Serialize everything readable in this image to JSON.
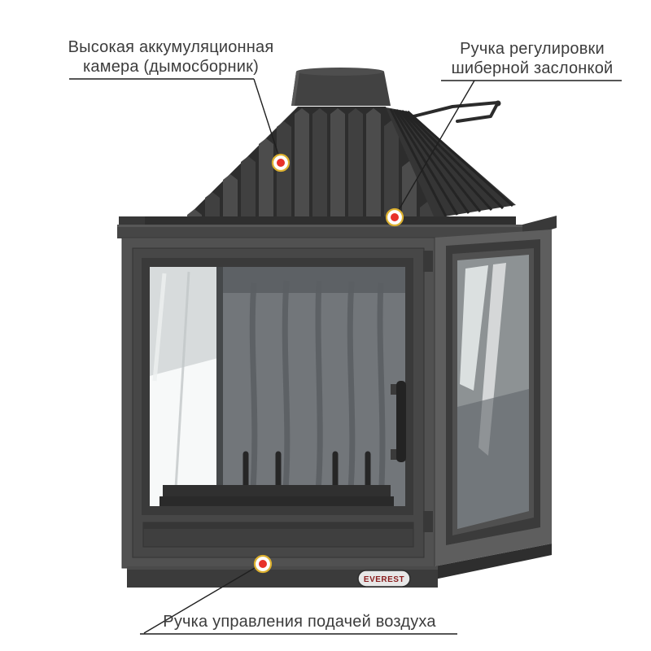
{
  "diagram": {
    "labels": {
      "chamber": {
        "line1": "Высокая аккумуляционная",
        "line2": "камера (дымосборник)"
      },
      "damper": {
        "line1": "Ручка регулировки",
        "line2": "шиберной заслонкой"
      },
      "air": {
        "text": "Ручка управления подачей воздуха"
      }
    },
    "brand": "EVEREST",
    "colors": {
      "label_text": "#3c3c3c",
      "leader_line": "#1f1f1f",
      "marker_center": "#e8312a",
      "marker_ring": "#ffffff",
      "marker_outer_ring": "#ddb12f",
      "metal_dark": "#2d2d2d",
      "metal_mid": "#474747",
      "metal_light": "#606060",
      "brand_text": "#8a1d1d"
    }
  }
}
